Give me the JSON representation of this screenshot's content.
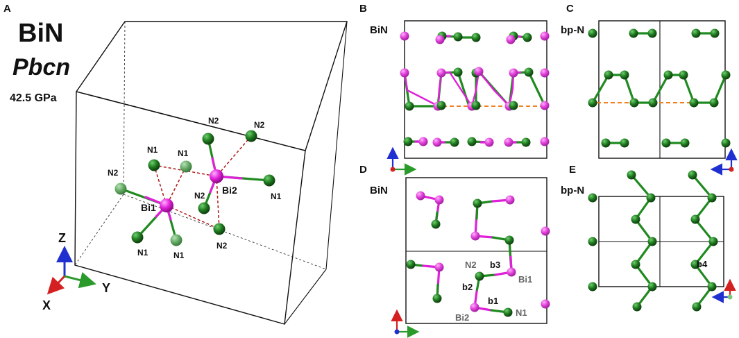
{
  "panels": {
    "A": {
      "letter": "A",
      "title": "BiN",
      "space_group": "Pbcn",
      "pressure": "42.5 GPa",
      "labels": {
        "bi1": "Bi1",
        "bi2": "Bi2",
        "n2_top_left": "N2",
        "n2_top_right": "N2",
        "n1_upper_left": "N1",
        "n1_upper_mid": "N1",
        "n2_left": "N2",
        "n2_mid": "N2",
        "n1_right": "N1",
        "n1_bottom_left": "N1",
        "n1_bottom_mid": "N1",
        "n2_bottom": "N2"
      },
      "axes": {
        "z": "Z",
        "y": "Y",
        "x": "X"
      }
    },
    "B": {
      "letter": "B",
      "title": "BiN"
    },
    "C": {
      "letter": "C",
      "title": "bp-N"
    },
    "D": {
      "letter": "D",
      "title": "BiN",
      "labels": {
        "n2": "N2",
        "b3": "b3",
        "bi1": "Bi1",
        "b2": "b2",
        "b1": "b1",
        "bi2": "Bi2",
        "n1": "N1"
      }
    },
    "E": {
      "letter": "E",
      "title": "bp-N",
      "labels": {
        "b4": "b4"
      }
    }
  },
  "colors": {
    "nitrogen": "#1f7a1f",
    "bismuth": "#e020d8",
    "bond_dash": "#b01515",
    "layer_dash": "#f08020",
    "axis_x": "#d42020",
    "axis_y": "#2a9a2a",
    "axis_z": "#2030d0"
  }
}
